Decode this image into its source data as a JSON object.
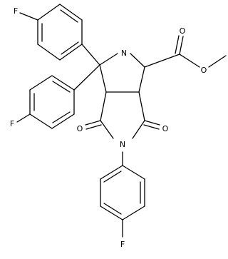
{
  "molecule": {
    "atoms": {
      "f1": "F",
      "f2": "F",
      "f3": "F",
      "nh": "N",
      "n_imide": "N",
      "o_imide_left": "O",
      "o_imide_right": "O",
      "o_ester_carbonyl": "O",
      "o_ester_ether": "O"
    }
  }
}
